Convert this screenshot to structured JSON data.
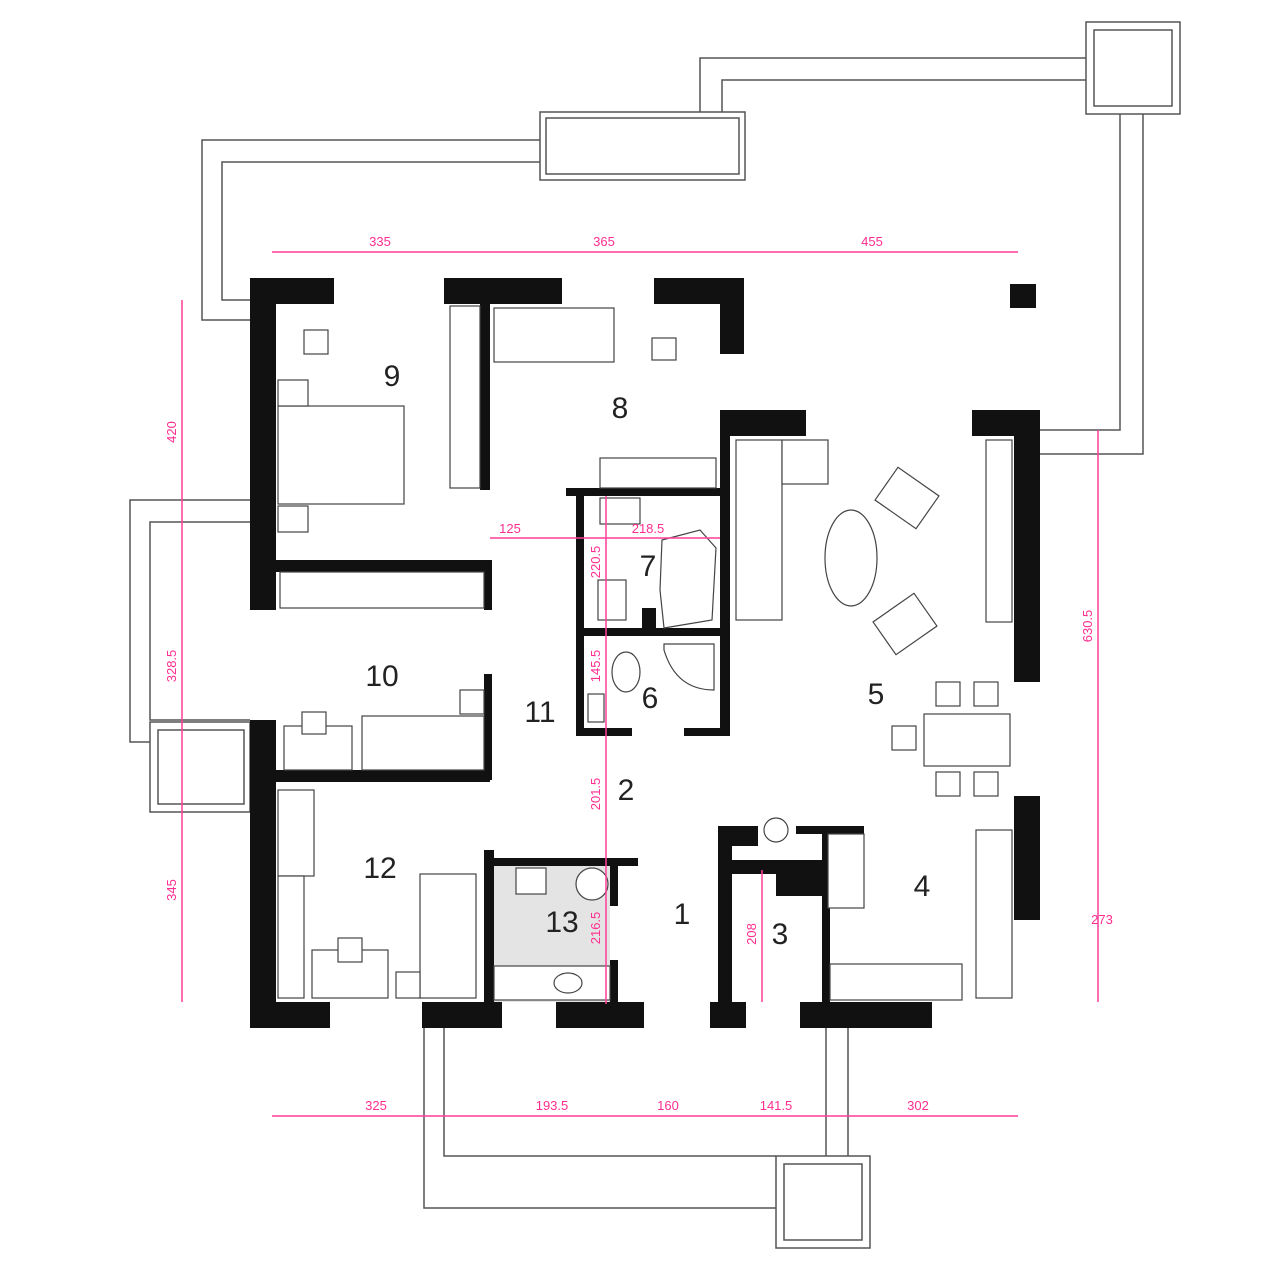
{
  "rooms": [
    "1",
    "2",
    "3",
    "4",
    "5",
    "6",
    "7",
    "8",
    "9",
    "10",
    "11",
    "12",
    "13"
  ],
  "dimensions": {
    "top": [
      "335",
      "365",
      "455"
    ],
    "bottom": [
      "325",
      "193.5",
      "160",
      "141.5",
      "302"
    ],
    "left": [
      "420",
      "328.5",
      "345"
    ],
    "right": [
      "630.5",
      "273"
    ],
    "interior": {
      "corridor_w": "125",
      "bath_w": "218.5",
      "bath7_h": "220.5",
      "bath6_h": "145.5",
      "hall_h": "201.5",
      "utility_h": "216.5",
      "pantry_h": "208"
    }
  },
  "colors": {
    "walls": "#111111",
    "dimensions": "#ff3d9a",
    "utility_floor": "#e4e4e4"
  }
}
